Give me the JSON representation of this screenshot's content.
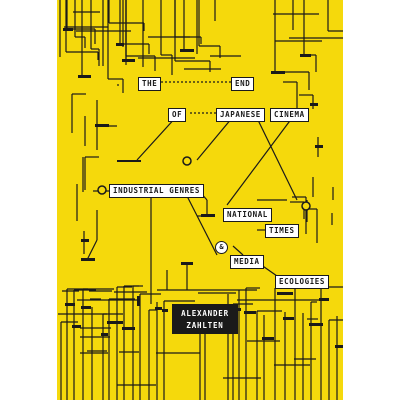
{
  "colors": {
    "background": "#f5d90c",
    "line": "#1a1a1a",
    "box": "#ffffff",
    "author_bg": "#1a1a1a"
  },
  "title": {
    "the": "THE",
    "end": "END",
    "of": "OF",
    "japanese": "JAPANESE",
    "cinema": "CINEMA"
  },
  "subtitle": {
    "industrial_genres": "INDUSTRIAL GENRES",
    "national": "NATIONAL",
    "times": "TIMES",
    "ampersand": "&",
    "media": "MEDIA",
    "ecologies": "ECOLOGIES"
  },
  "author": {
    "first": "ALEXANDER",
    "last": "ZAHLTEN"
  }
}
